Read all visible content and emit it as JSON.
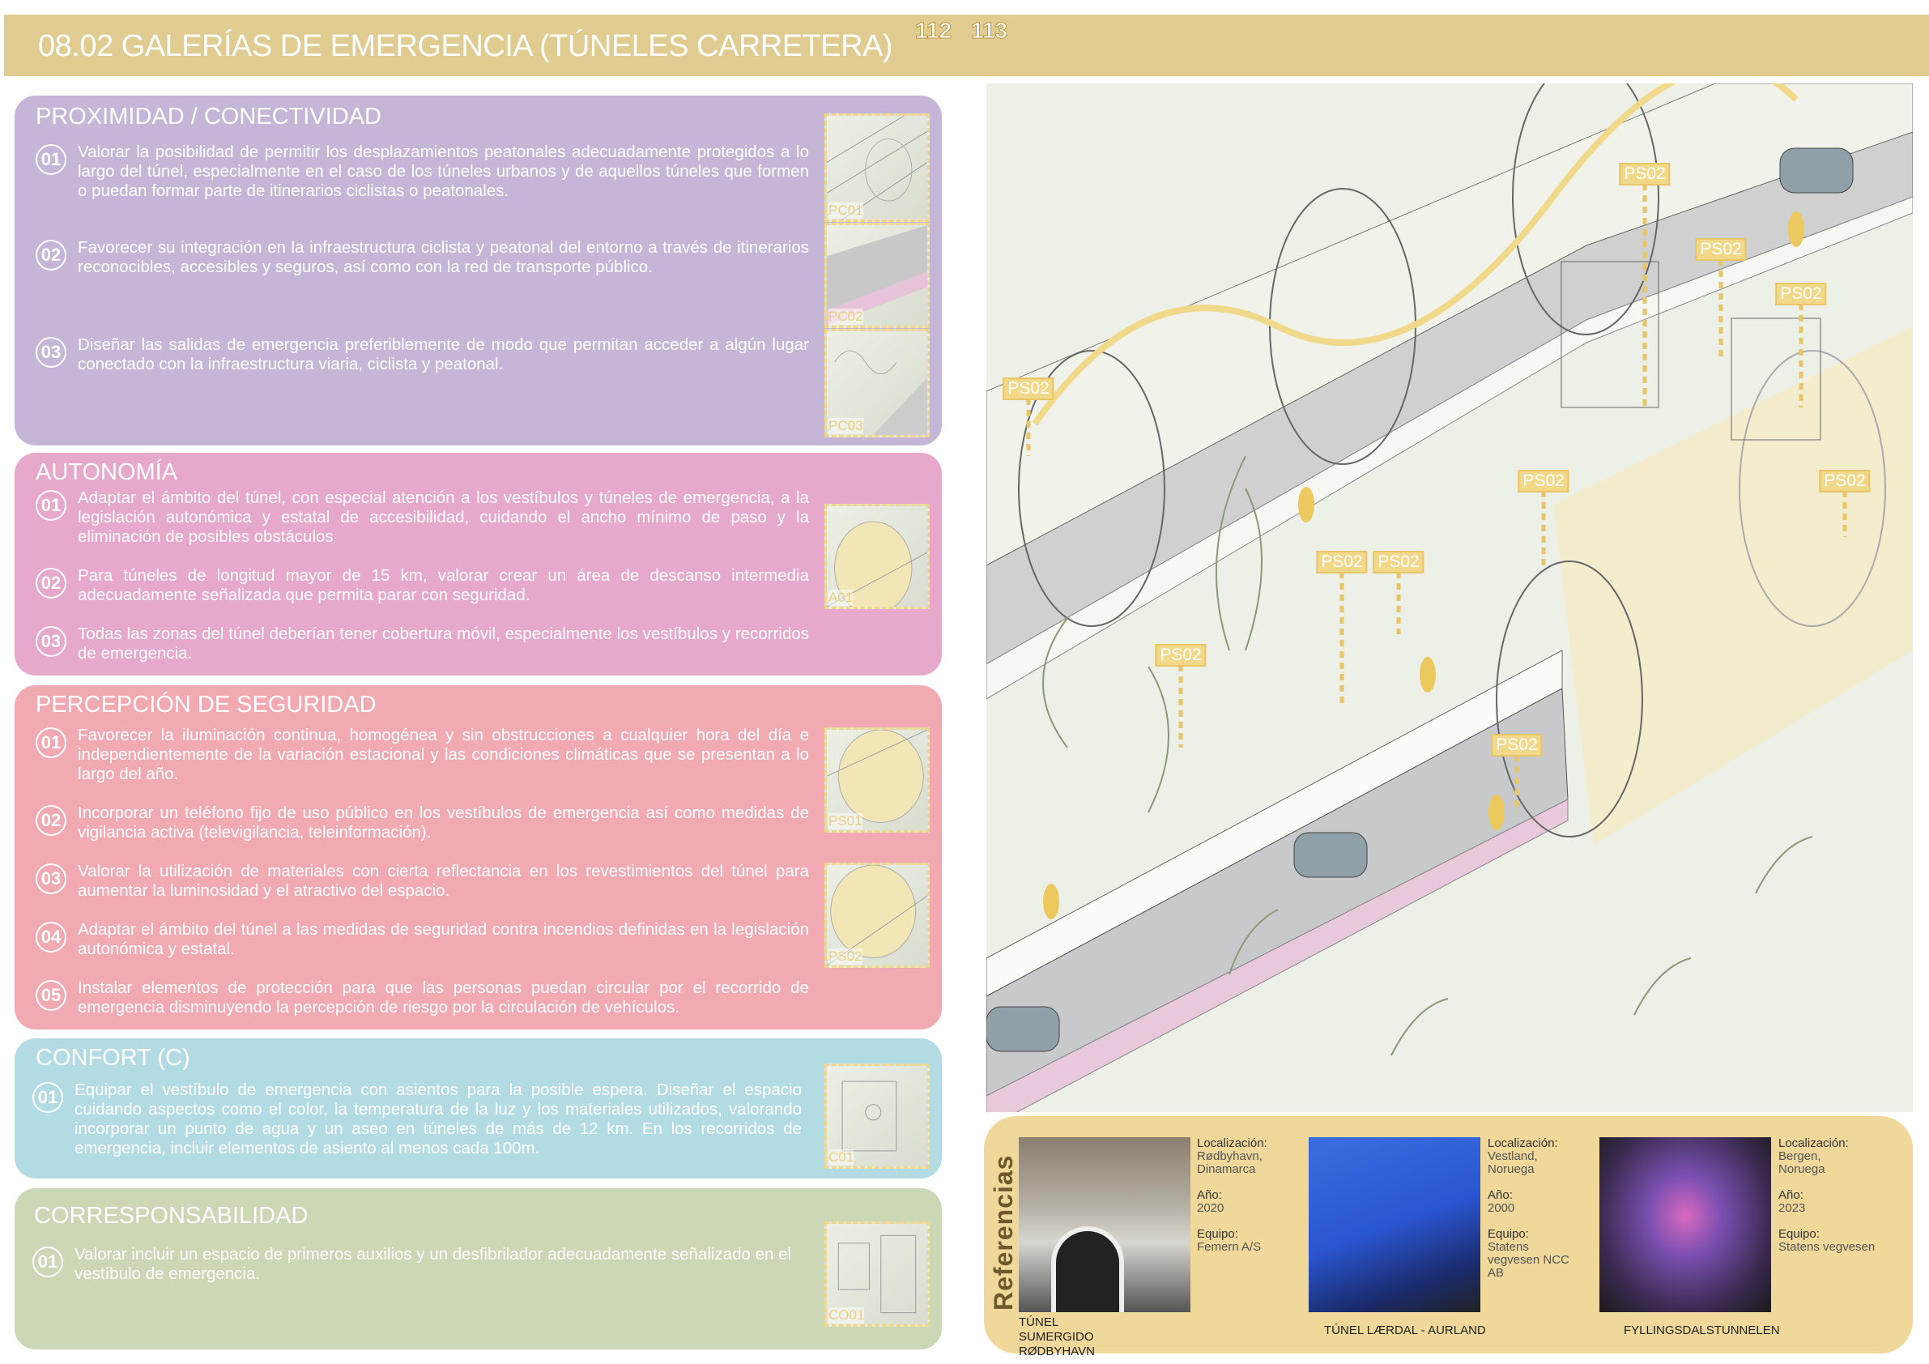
{
  "header": {
    "title": "08.02 GALERÍAS DE EMERGENCIA  (TÚNELES CARRETERA)",
    "pages": "112 113"
  },
  "panels": [
    {
      "title": "PROXIMIDAD / CONECTIVIDAD",
      "color": "#c5b6d8",
      "items": [
        {
          "num": "01",
          "text": "Valorar la posibilidad de permitir los desplazamientos peatonales adecuadamente protegidos a lo largo del túnel, especialmente en el caso de los túneles urbanos y de aquellos túneles que formen o puedan formar parte de itinerarios ciclistas o peatonales."
        },
        {
          "num": "02",
          "text": "Favorecer su integración en la infraestructura ciclista y peatonal del entorno a través de itinerarios reconocibles, accesibles y seguros, así como con la red de transporte público."
        },
        {
          "num": "03",
          "text": "Diseñar las salidas de emergencia preferiblemente de modo que permitan acceder a algún lugar conectado con la infraestructura viaria, ciclista y peatonal."
        }
      ],
      "thumbs": [
        "PC01",
        "PC02",
        "PC03"
      ]
    },
    {
      "title": "AUTONOMÍA",
      "color": "#e6a8cb",
      "items": [
        {
          "num": "01",
          "text": "Adaptar el ámbito del túnel, con especial atención a los vestíbulos y túneles de emergencia, a la legislación autonómica y estatal de accesibilidad, cuidando el ancho mínimo de paso y la eliminación de posibles obstáculos"
        },
        {
          "num": "02",
          "text": "Para túneles de longitud mayor de 15 km, valorar crear un área de descanso intermedia adecuadamente señalizada que permita parar con seguridad."
        },
        {
          "num": "03",
          "text": "Todas las zonas del túnel deberían tener cobertura móvil, especialmente los vestíbulos y recorridos de emergencia."
        }
      ],
      "thumbs": [
        "A01"
      ]
    },
    {
      "title": "PERCEPCIÓN DE SEGURIDAD",
      "color": "#f2aab2",
      "items": [
        {
          "num": "01",
          "text": "Favorecer la iluminación continua, homogénea y sin obstrucciones a cualquier hora del día e independientemente de la variación estacional y las condiciones climáticas que se presentan a lo largo del año."
        },
        {
          "num": "02",
          "text": "Incorporar un teléfono fijo de uso público en los vestíbulos de emergencia así como medidas de vigilancia activa (televigilancia, teleinformación)."
        },
        {
          "num": "03",
          "text": "Valorar la utilización de materiales con cierta reflectancia en los revestimientos del túnel para aumentar la luminosidad y el atractivo del espacio."
        },
        {
          "num": "04",
          "text": "Adaptar el ámbito del túnel a las medidas de seguridad contra incendios definidas en la legislación autonómica y estatal."
        },
        {
          "num": "05",
          "text": "Instalar elementos de protección para que las personas puedan circular por el recorrido de emergencia disminuyendo la percepción de riesgo por la circulación de vehículos."
        }
      ],
      "thumbs": [
        "PS01",
        "PS02"
      ]
    },
    {
      "title": "CONFORT   (C)",
      "color": "#b3dbe3",
      "items": [
        {
          "num": "01",
          "text": "Equipar el vestíbulo de emergencia con asientos para la posible espera. Diseñar el espacio cuidando aspectos como el color, la temperatura de la luz y los materiales utilizados, valorando incorporar un punto de agua y un aseo en túneles de más de 12 km. En los recorridos de emergencia, incluir elementos de asiento al menos cada 100m."
        }
      ],
      "thumbs": [
        "C01"
      ]
    },
    {
      "title": "CORRESPONSABILIDAD",
      "color": "#ccd7b5",
      "items": [
        {
          "num": "01",
          "text": "Valorar incluir un espacio de primeros auxilios  y un desfibrilador adecuadamente señalizado en el vestíbulo de emergencia."
        }
      ],
      "thumbs": [
        "CO01"
      ]
    }
  ],
  "illustration": {
    "labels": [
      "PS02",
      "PS02",
      "PS02",
      "PS02",
      "PS02",
      "PS02",
      "PS02",
      "PS02",
      "PS02",
      "PS02"
    ]
  },
  "references": {
    "heading": "Referencias",
    "items": [
      {
        "caption": "TÚNEL SUMERGIDO RØDBYHAVN",
        "loc_label": "Localización:",
        "loc": "Rødbyhavn, Dinamarca",
        "year_label": "Año:",
        "year": "2020",
        "team_label": "Equipo:",
        "team": "Femern A/S"
      },
      {
        "caption": "TÚNEL LÆRDAL - AURLAND",
        "loc_label": "Localización:",
        "loc": "Vestland, Noruega",
        "year_label": "Año:",
        "year": "2000",
        "team_label": "Equipo:",
        "team": "Statens vegvesen NCC AB"
      },
      {
        "caption": "FYLLINGSDALSTUNNELEN",
        "loc_label": "Localización:",
        "loc": "Bergen, Noruega",
        "year_label": "Año:",
        "year": "2023",
        "team_label": "Equipo:",
        "team": "Statens vegvesen"
      }
    ]
  }
}
